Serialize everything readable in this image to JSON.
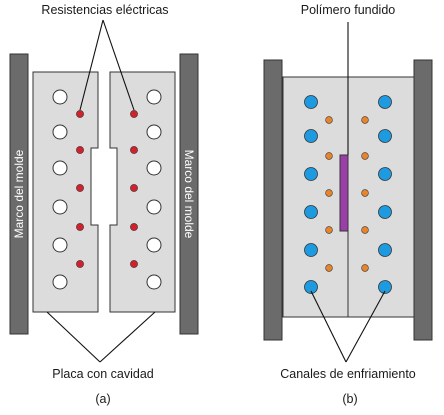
{
  "labels": {
    "resistencias": "Resistencias eléctricas",
    "polimero": "Polímero fundido",
    "marco": "Marco del molde",
    "placa": "Placa con cavidad",
    "canales": "Canales de enfriamiento"
  },
  "captions": {
    "a": "(a)",
    "b": "(b)"
  },
  "colors": {
    "frame": "#6b6b6b",
    "plate": "#dcdcdc",
    "heater": "#d4202a",
    "hole": "#ffffff",
    "cooling_channel": "#1e9be0",
    "cooling_small": "#e8852a",
    "polymer": "#9b3fa8"
  }
}
